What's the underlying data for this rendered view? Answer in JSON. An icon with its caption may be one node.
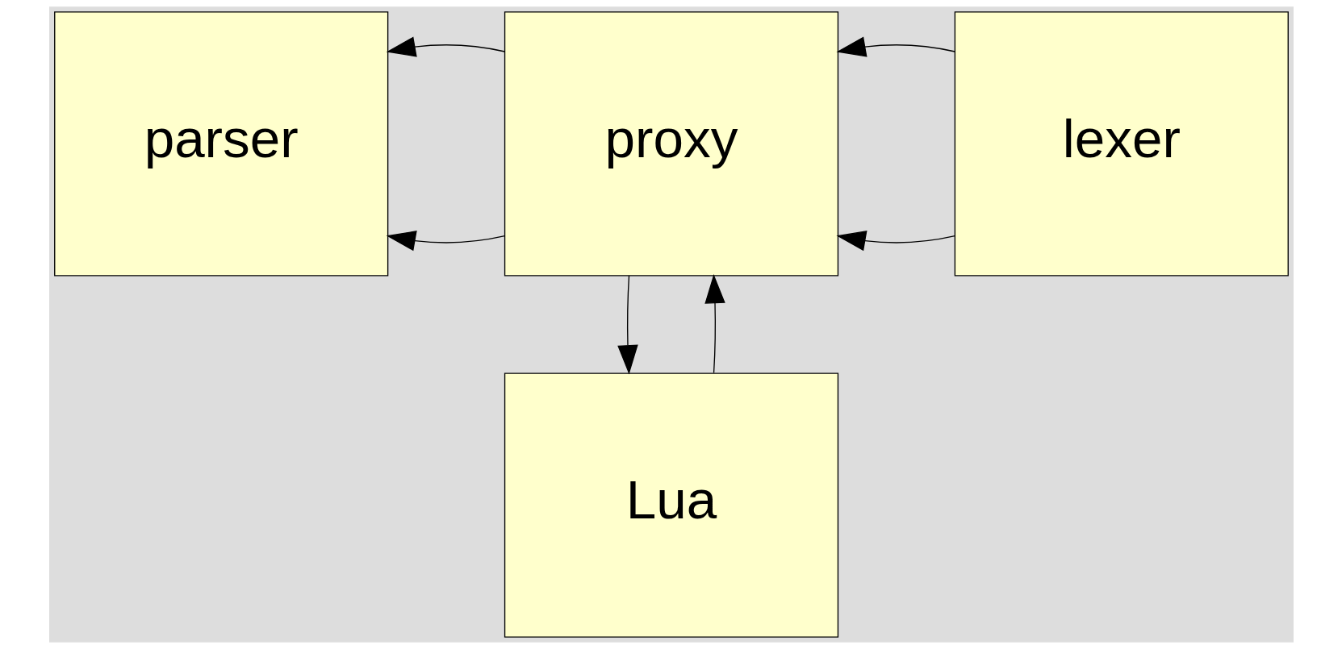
{
  "diagram": {
    "nodes": [
      {
        "text": [
          "parser"
        ]
      },
      {
        "text": [
          "proxy"
        ]
      },
      {
        "text": [
          "lexer"
        ]
      },
      {
        "text": [
          "Lua"
        ]
      }
    ],
    "edges": [
      {
        "from": 1,
        "to": 0,
        "arrow": "to"
      },
      {
        "from": 1,
        "to": 0,
        "arrow": "to"
      },
      {
        "from": 2,
        "to": 1,
        "arrow": "to"
      },
      {
        "from": 2,
        "to": 1,
        "arrow": "to"
      },
      {
        "from": 1,
        "to": 3,
        "arrow": "to"
      },
      {
        "from": 3,
        "to": 1,
        "arrow": "to"
      }
    ]
  }
}
